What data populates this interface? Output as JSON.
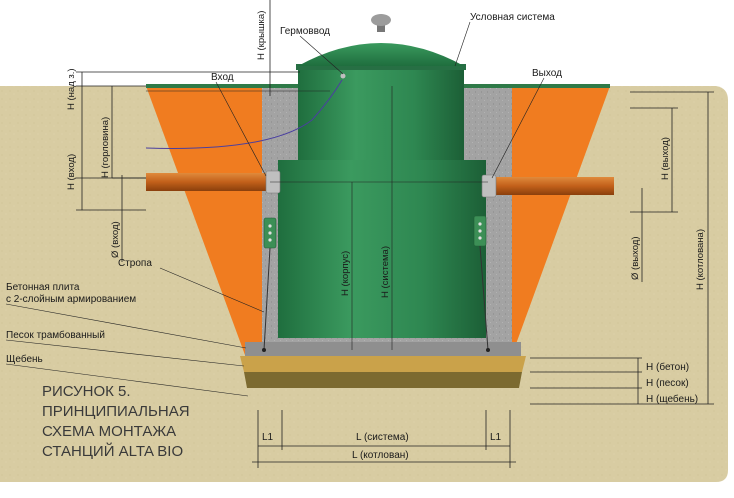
{
  "labels": {
    "lid_height": "Н (крышка)",
    "germovvod": "Гермоввод",
    "conditional_system": "Условная система",
    "inlet": "Вход",
    "outlet": "Выход",
    "above_ground": "Н (над з.)",
    "neck": "Н (горловина)",
    "inlet_height": "Н (вход)",
    "inlet_diameter": "Ø (вход)",
    "outlet_height": "Н (выход)",
    "outlet_diameter": "Ø (выход)",
    "pit_height": "Н (котлована)",
    "body_height": "Н (корпус)",
    "system_height": "Н (система)",
    "sling": "Стропа",
    "concrete_slab_line1": "Бетонная плита",
    "concrete_slab_line2": "с 2-слойным армированием",
    "sand": "Песок трамбованный",
    "gravel": "Щебень",
    "concrete_h": "Н (бетон)",
    "sand_h": "Н (песок)",
    "gravel_h": "Н (щебень)",
    "l1_left": "L1",
    "l_system": "L (система)",
    "l1_right": "L1",
    "l_pit": "L (котлован)"
  },
  "caption": {
    "line1": "РИСУНОК 5.",
    "line2": "ПРИНЦИПИАЛЬНАЯ",
    "line3": "СХЕМА МОНТАЖА",
    "line4": "СТАНЦИЙ ALTA BIO"
  },
  "colors": {
    "soil": "#d8cca2",
    "backfill": "#f07c20",
    "tank": "#2f8a52",
    "concrete": "#9a9a9a",
    "sand": "#caa24a",
    "gravel": "#7c6a30",
    "pipe": "#c8661e"
  }
}
